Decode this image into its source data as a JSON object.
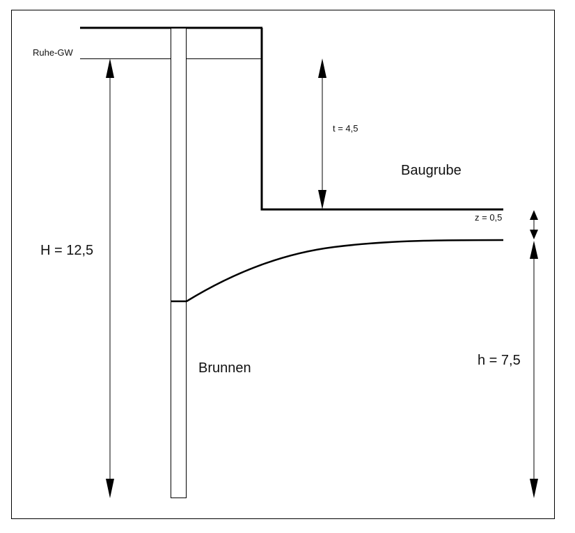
{
  "diagram": {
    "labels": {
      "ruhe_gw": "Ruhe-GW",
      "H": "H = 12,5",
      "t": "t = 4,5",
      "baugrube": "Baugrube",
      "z": "z = 0,5",
      "h": "h = 7,5",
      "brunnen": "Brunnen"
    },
    "values": {
      "H": 12.5,
      "t": 4.5,
      "z": 0.5,
      "h": 7.5
    },
    "colors": {
      "line": "#000000",
      "background": "#ffffff"
    }
  }
}
